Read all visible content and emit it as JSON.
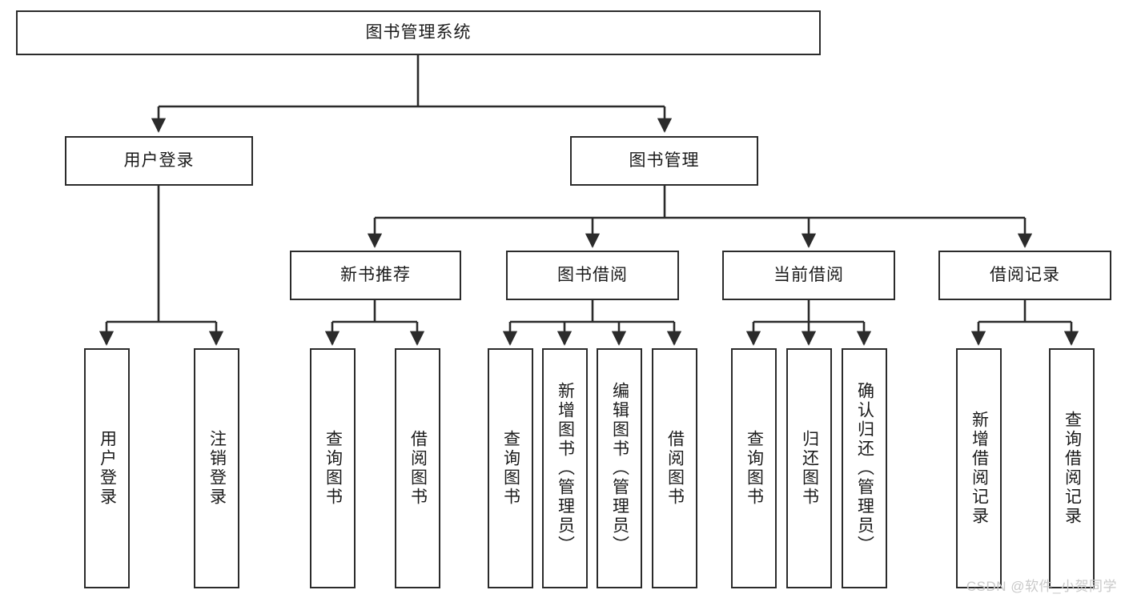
{
  "diagram": {
    "type": "tree",
    "title": "图书管理系统",
    "watermark": "CSDN @软件_小贺同学",
    "colors": {
      "box_border": "#2b2b2b",
      "box_fill": "#ffffff",
      "line": "#2b2b2b",
      "text": "#1b1b1b",
      "watermark": "#c9c9c9"
    },
    "nodes": {
      "root": {
        "label": "图书管理系统"
      },
      "level2": [
        {
          "label": "用户登录"
        },
        {
          "label": "图书管理"
        }
      ],
      "level3": [
        {
          "label": "新书推荐"
        },
        {
          "label": "图书借阅"
        },
        {
          "label": "当前借阅"
        },
        {
          "label": "借阅记录"
        }
      ],
      "leaves": {
        "user_login": [
          {
            "label": "用户登录"
          },
          {
            "label": "注销登录"
          }
        ],
        "new_book": [
          {
            "label": "查询图书"
          },
          {
            "label": "借阅图书"
          }
        ],
        "book_borrow": [
          {
            "label": "查询图书"
          },
          {
            "label": "新增图书（管理员）"
          },
          {
            "label": "编辑图书（管理员）"
          },
          {
            "label": "借阅图书"
          }
        ],
        "current_borrow": [
          {
            "label": "查询图书"
          },
          {
            "label": "归还图书"
          },
          {
            "label": "确认归还（管理员）"
          }
        ],
        "borrow_record": [
          {
            "label": "新增借阅记录"
          },
          {
            "label": "查询借阅记录"
          }
        ]
      }
    }
  }
}
